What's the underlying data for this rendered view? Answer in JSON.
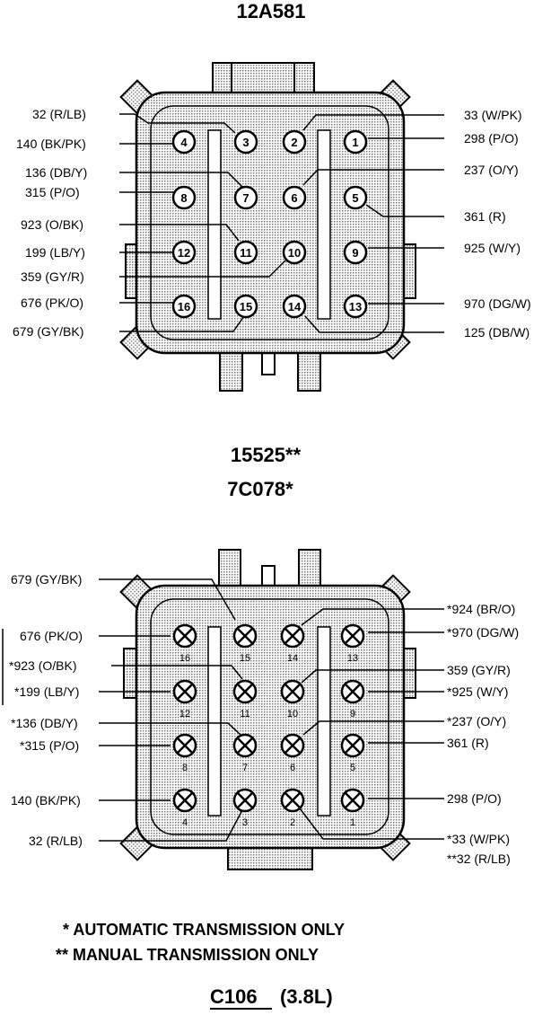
{
  "connector_top": {
    "title": "12A581",
    "pins": [
      {
        "n": "1"
      },
      {
        "n": "2"
      },
      {
        "n": "3"
      },
      {
        "n": "4"
      },
      {
        "n": "5"
      },
      {
        "n": "6"
      },
      {
        "n": "7"
      },
      {
        "n": "8"
      },
      {
        "n": "9"
      },
      {
        "n": "10"
      },
      {
        "n": "11"
      },
      {
        "n": "12"
      },
      {
        "n": "13"
      },
      {
        "n": "14"
      },
      {
        "n": "15"
      },
      {
        "n": "16"
      }
    ],
    "left_labels": [
      "32 (R/LB)",
      "140 (BK/PK)",
      "136 (DB/Y)",
      "315 (P/O)",
      "923 (O/BK)",
      "199 (LB/Y)",
      "359 (GY/R)",
      "676 (PK/O)",
      "679 (GY/BK)"
    ],
    "right_labels": [
      "33 (W/PK)",
      "298 (P/O)",
      "237 (O/Y)",
      "361 (R)",
      "925 (W/Y)",
      "970 (DG/W)",
      "125 (DB/W)"
    ]
  },
  "connector_bottom": {
    "title_line1": "15525**",
    "title_line2": "7C078*",
    "pins": [
      {
        "n": "16"
      },
      {
        "n": "15"
      },
      {
        "n": "14"
      },
      {
        "n": "13"
      },
      {
        "n": "12"
      },
      {
        "n": "11"
      },
      {
        "n": "10"
      },
      {
        "n": "9"
      },
      {
        "n": "8"
      },
      {
        "n": "7"
      },
      {
        "n": "6"
      },
      {
        "n": "5"
      },
      {
        "n": "4"
      },
      {
        "n": "3"
      },
      {
        "n": "2"
      },
      {
        "n": "1"
      }
    ],
    "left_labels": [
      "679 (GY/BK)",
      "676 (PK/O)",
      "*923 (O/BK)",
      "*199 (LB/Y)",
      "*136 (DB/Y)",
      "*315 (P/O)",
      "140 (BK/PK)",
      "32 (R/LB)"
    ],
    "right_labels": [
      "*924 (BR/O)",
      "*970 (DG/W)",
      "359 (GY/R)",
      "*925 (W/Y)",
      "*237 (O/Y)",
      "361 (R)",
      "298 (P/O)",
      "*33 (W/PK)",
      "**32 (R/LB)"
    ]
  },
  "notes": {
    "auto": "*  AUTOMATIC TRANSMISSION ONLY",
    "manual": "**  MANUAL TRANSMISSION ONLY"
  },
  "caption": {
    "code": "C106",
    "engine": "(3.8L)"
  }
}
